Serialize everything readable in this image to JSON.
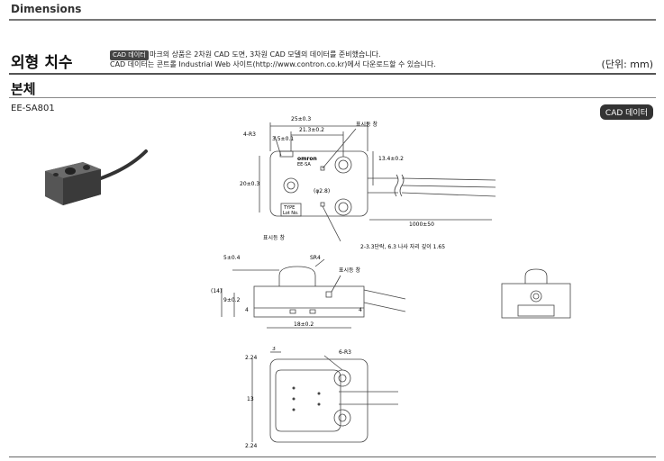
{
  "header": {
    "title": "Dimensions"
  },
  "section": {
    "title": "외형 치수",
    "cad_badge": "CAD 데이터",
    "notice_line1": "마크의 상품은 2차원 CAD 도면, 3차원 CAD 모델의 데이터를 준비했습니다.",
    "notice_line2": "CAD 데이터는 콘트롤 Industrial Web 사이트(http://www.contron.co.kr)에서 다운로드할 수 있습니다.",
    "unit": "(단위: mm)"
  },
  "product": {
    "heading": "본체",
    "model": "EE-SA801",
    "cad_button": "CAD 데이터"
  },
  "drawing": {
    "top_view": {
      "dim_width": "25±0.3",
      "dim_pitch": "21.3±0.2",
      "dim_slot": "3.5±0.1",
      "hole_count": "4-R3",
      "indicator_top": "표시등 창",
      "dim_right": "13.4±0.2",
      "dim_height": "20±0.3",
      "brand": "omron",
      "model_mark": "EE-SA",
      "lens_dia": "(φ2.8)",
      "type_line1": "TYPE",
      "type_line2": "Lot No.",
      "indicator_bottom": "표시등 창",
      "cable_length": "1000±50",
      "mount_note": "2-3.3단락, 6.3 나사 자리 깊이 1.65"
    },
    "side_view": {
      "dim_lens": "5±0.4",
      "radius": "SR4",
      "indicator": "표시등 창",
      "dim_total": "(14)",
      "dim_body": "9±0.2",
      "dim_foot_left": "4",
      "dim_foot_right": "4",
      "dim_base": "18±0.2"
    },
    "bottom_view": {
      "dim_top": "3",
      "radius": "6-R3",
      "dim_edge_top": "2.24",
      "dim_mid": "13",
      "dim_edge_bottom": "2.24"
    }
  }
}
